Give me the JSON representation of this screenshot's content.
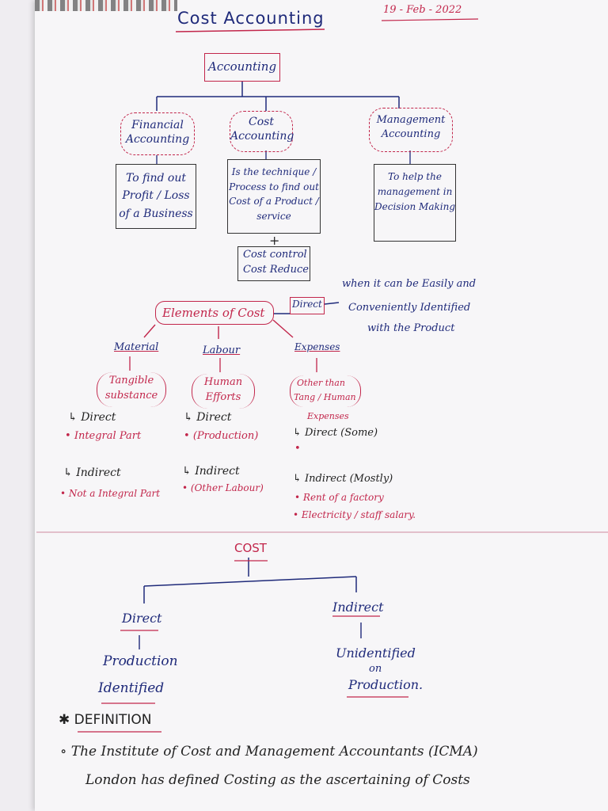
{
  "title": "Cost Accounting",
  "date": "19 - Feb - 2022",
  "accounting": "Accounting",
  "branches": {
    "financial": "Financial Accounting",
    "cost": "Cost Accounting",
    "management": "Management Accounting"
  },
  "descriptions": {
    "financial": "To find out Profit / Loss of a Business",
    "cost": "Is the technique / Process to find out Cost of a Product / service",
    "management": "To help the management in Decision Making"
  },
  "plus": "+",
  "cost_control": "Cost control",
  "cost_reduce": "Cost Reduce",
  "elements_of_cost": "Elements of Cost",
  "direct_tag": "Direct",
  "direct_note_1": "when it can be Easily and",
  "direct_note_2": "Conveniently Identified",
  "direct_note_3": "with the Product",
  "material": {
    "head": "Material",
    "desc": "Tangible substance",
    "direct": "Direct",
    "direct_bullet": "Integral Part",
    "indirect": "Indirect",
    "indirect_bullet": "Not a Integral Part"
  },
  "labour": {
    "head": "Labour",
    "desc": "Human Efforts",
    "direct": "Direct",
    "direct_bullet": "(Production)",
    "indirect": "Indirect",
    "indirect_bullet": "(Other Labour)"
  },
  "expenses": {
    "head": "Expenses",
    "desc_1": "Other than",
    "desc_2": "Tang / Human",
    "desc_3": "Expenses",
    "direct": "Direct (Some)",
    "indirect": "Indirect (Mostly)",
    "indirect_bullet_1": "Rent of a factory",
    "indirect_bullet_2": "Electricity / staff salary."
  },
  "cost_tree": {
    "root": "COST",
    "direct": "Direct",
    "direct_desc_1": "Production",
    "direct_desc_2": "Identified",
    "indirect": "Indirect",
    "indirect_desc_1": "Unidentified",
    "indirect_desc_2": "on",
    "indirect_desc_3": "Production."
  },
  "definition_head": "DEFINITION",
  "definition_line_1": "The Institute of Cost and Management Accountants (ICMA)",
  "definition_line_2": "London has defined Costing as the ascertaining of Costs",
  "colors": {
    "ink_blue": "#1f2a7a",
    "ink_red": "#c2264b",
    "ink_black": "#222222"
  }
}
